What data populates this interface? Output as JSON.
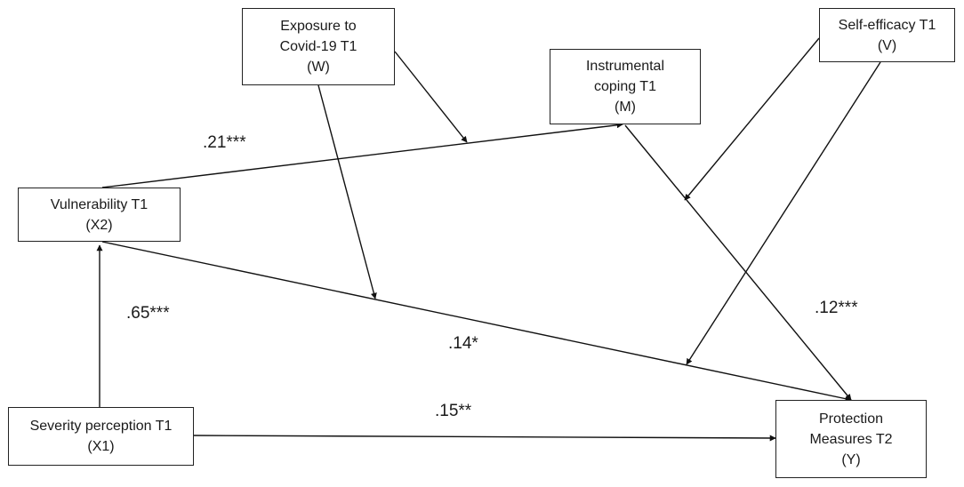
{
  "nodes": {
    "exposure": {
      "line1": "Exposure to",
      "line2": "Covid-19 T1",
      "line3": "(W)"
    },
    "coping": {
      "line1": "Instrumental",
      "line2": "coping T1",
      "line3": "(M)"
    },
    "self_efficacy": {
      "line1": "Self-efficacy T1",
      "line2": "(V)"
    },
    "vulnerability": {
      "line1": "Vulnerability T1",
      "line2": "(X2)"
    },
    "severity": {
      "line1": "Severity perception T1",
      "line2": "(X1)"
    },
    "protection": {
      "line1": "Protection",
      "line2": "Measures T2",
      "line3": "(Y)"
    }
  },
  "coefficients": {
    "vulnerability_to_coping": ".21***",
    "severity_to_vulnerability": ".65***",
    "vulnerability_to_protection": ".14*",
    "coping_to_protection": ".12***",
    "severity_to_protection": ".15**"
  }
}
